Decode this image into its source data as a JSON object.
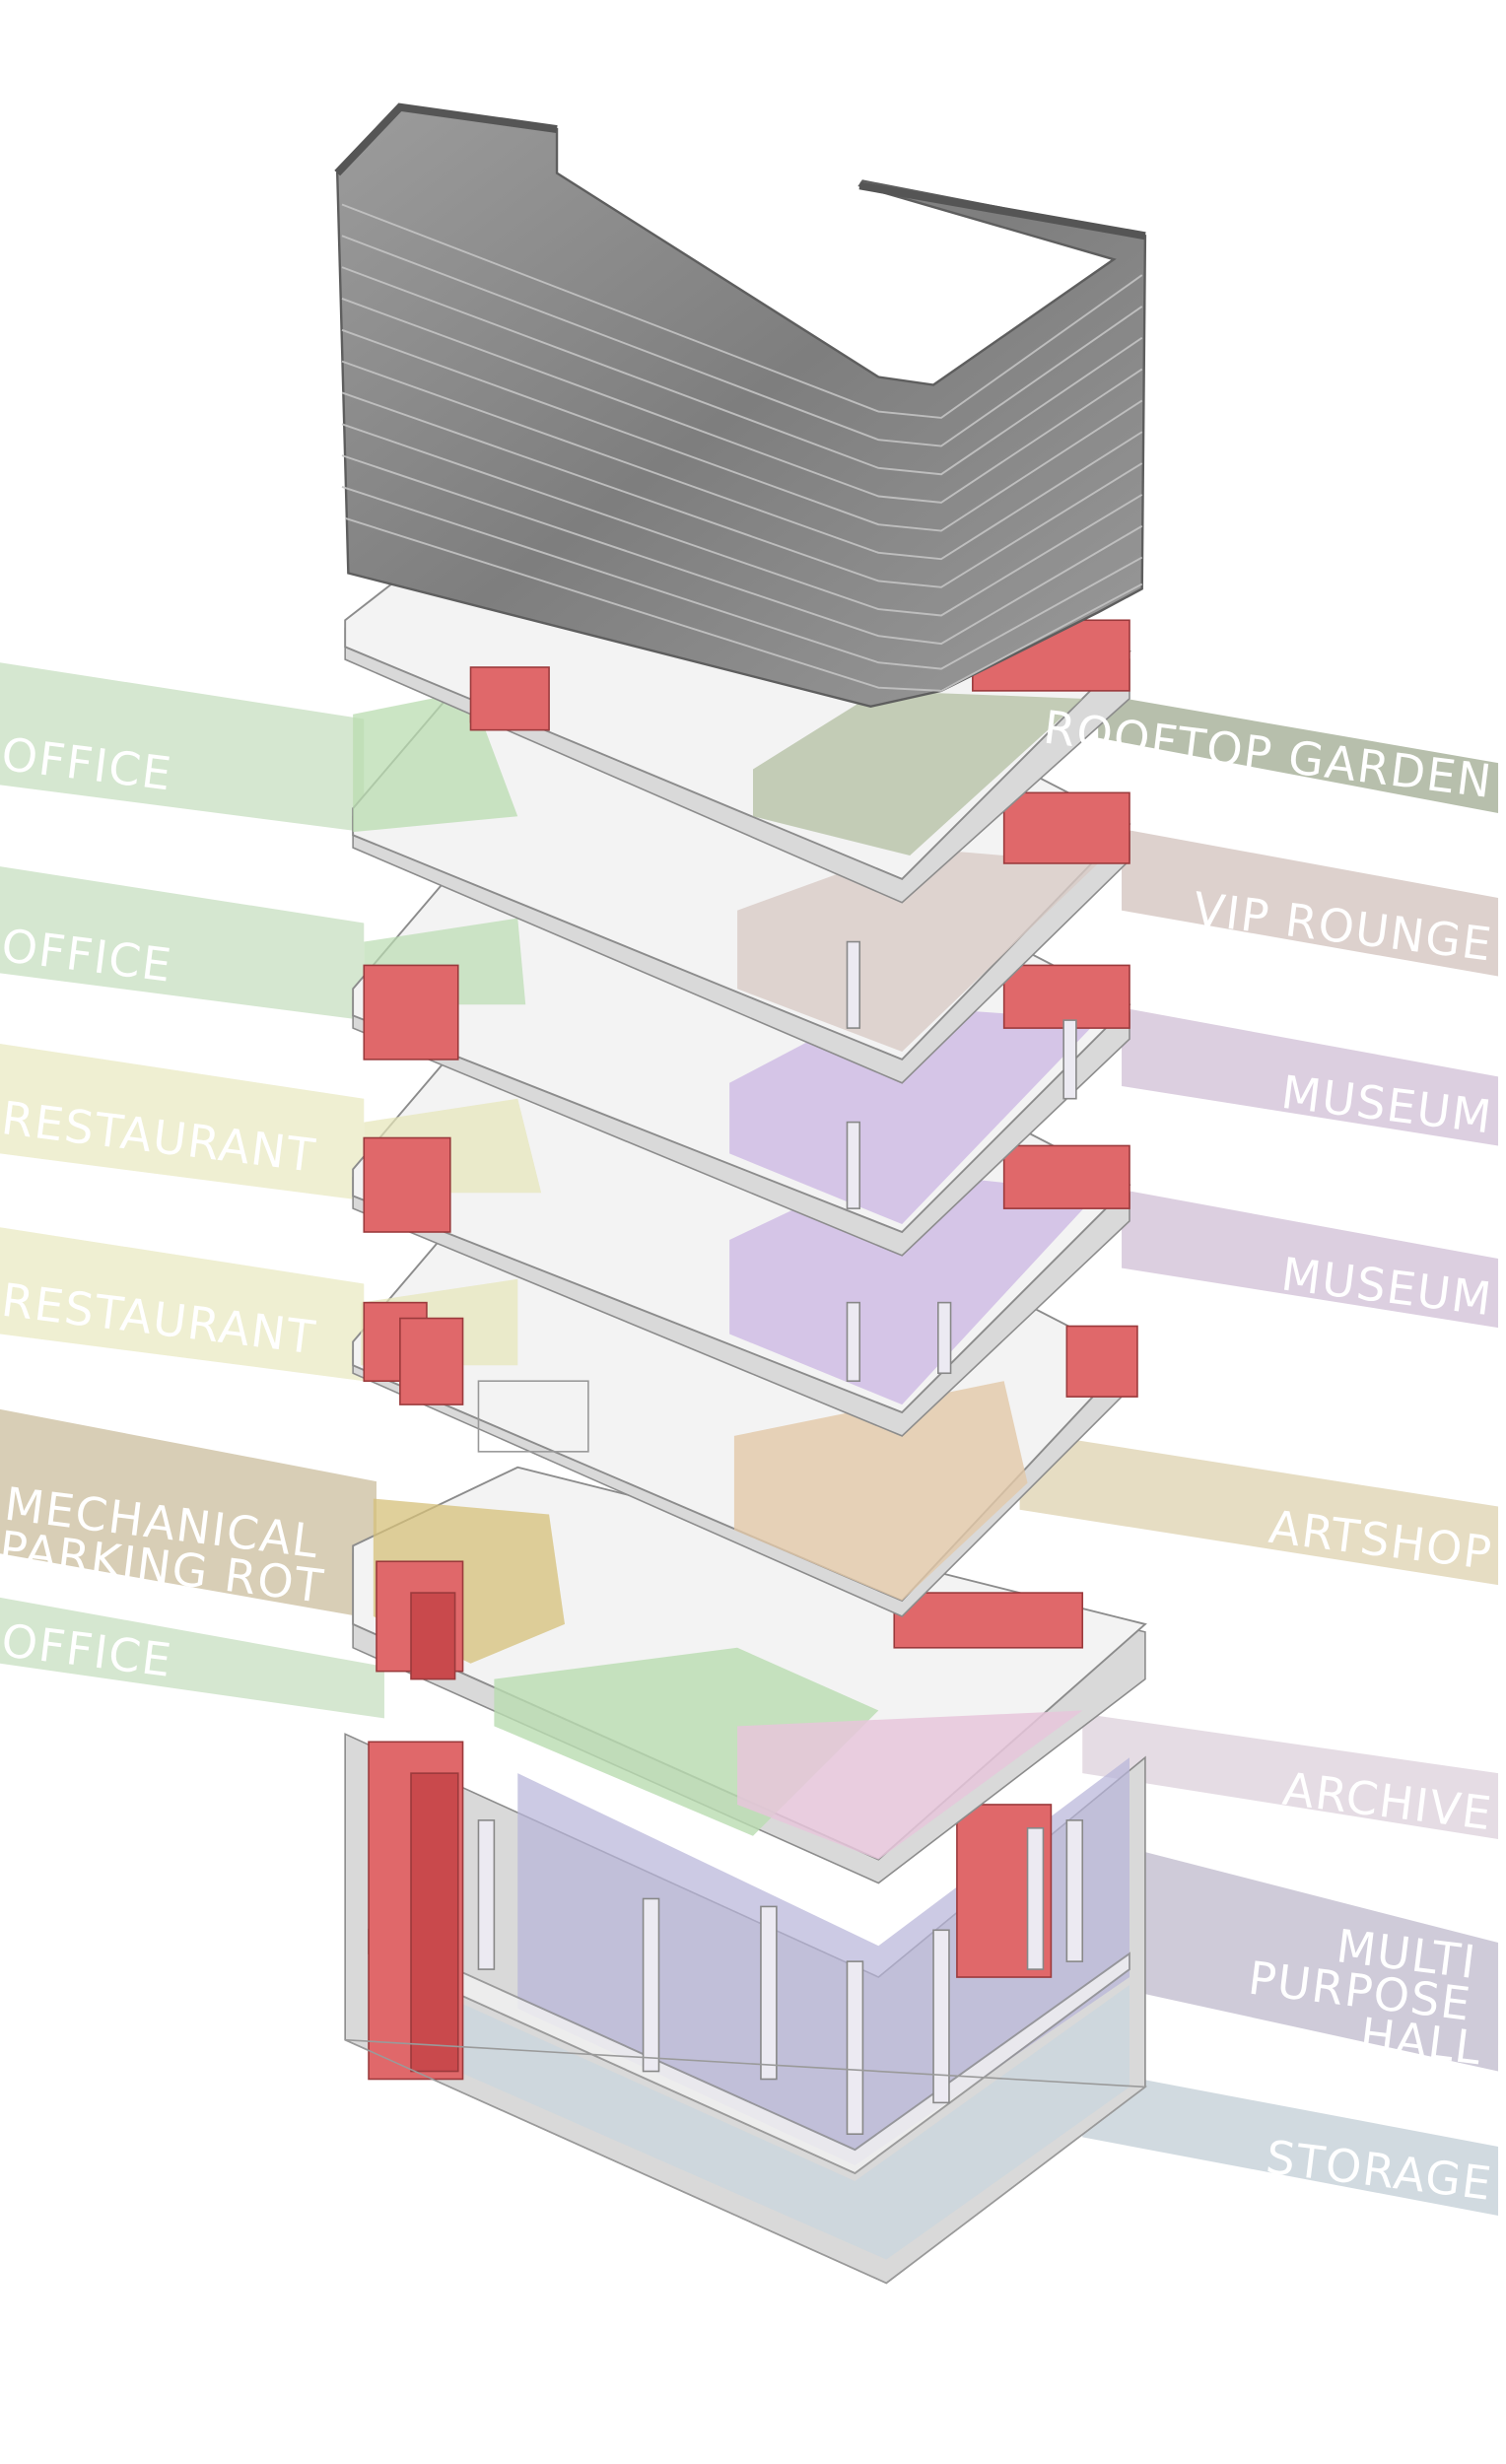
{
  "title_labels": {
    "left": [
      {
        "id": "office-1",
        "lines": [
          "OFFICE"
        ],
        "color": "#d5e7d0"
      },
      {
        "id": "office-2",
        "lines": [
          "OFFICE"
        ],
        "color": "#d5e7d0"
      },
      {
        "id": "restaurant-1",
        "lines": [
          "RESTAURANT"
        ],
        "color": "#efefd2"
      },
      {
        "id": "restaurant-2",
        "lines": [
          "RESTAURANT"
        ],
        "color": "#efefd2"
      },
      {
        "id": "mechanical-parking",
        "lines": [
          "MECHANICAL",
          "PARKING ROT"
        ],
        "color": "#d8ceb6"
      },
      {
        "id": "office-3",
        "lines": [
          "OFFICE"
        ],
        "color": "#d5e7d0"
      }
    ],
    "right": [
      {
        "id": "rooftop-garden",
        "lines": [
          "ROOFTOP GARDEN"
        ],
        "color": "#b7bfac"
      },
      {
        "id": "vip-rounge",
        "lines": [
          "VIP ROUNGE"
        ],
        "color": "#ddd1cd"
      },
      {
        "id": "museum-1",
        "lines": [
          "MUSEUM"
        ],
        "color": "#dccfe0"
      },
      {
        "id": "museum-2",
        "lines": [
          "MUSEUM"
        ],
        "color": "#dccfe0"
      },
      {
        "id": "artshop",
        "lines": [
          "ARTSHOP"
        ],
        "color": "#e6ddc3"
      },
      {
        "id": "archive",
        "lines": [
          "ARCHIVE"
        ],
        "color": "#e5dce4"
      },
      {
        "id": "multi-purpose-hall",
        "lines": [
          "MULTI",
          "PURPOSE",
          "HALL"
        ],
        "color": "#cfcbd9"
      },
      {
        "id": "storage",
        "lines": [
          "STORAGE"
        ],
        "color": "#d1dae0"
      }
    ]
  },
  "colors": {
    "core_red": "#e0686a",
    "facade_grey": "#8a8a8a",
    "slab": "#f3f3f3",
    "office_zone": "#b9dcb0",
    "restaurant_zone": "#e6e6b8",
    "museum_zone": "#cbb6e3",
    "vip_zone": "#d8cbc6",
    "artshop_zone": "#e2c8a8",
    "archive_zone": "#e6c6da",
    "parking_zone": "#d6c07a",
    "hall_zone": "#b6b3d8",
    "storage_zone": "#c9d6de"
  }
}
